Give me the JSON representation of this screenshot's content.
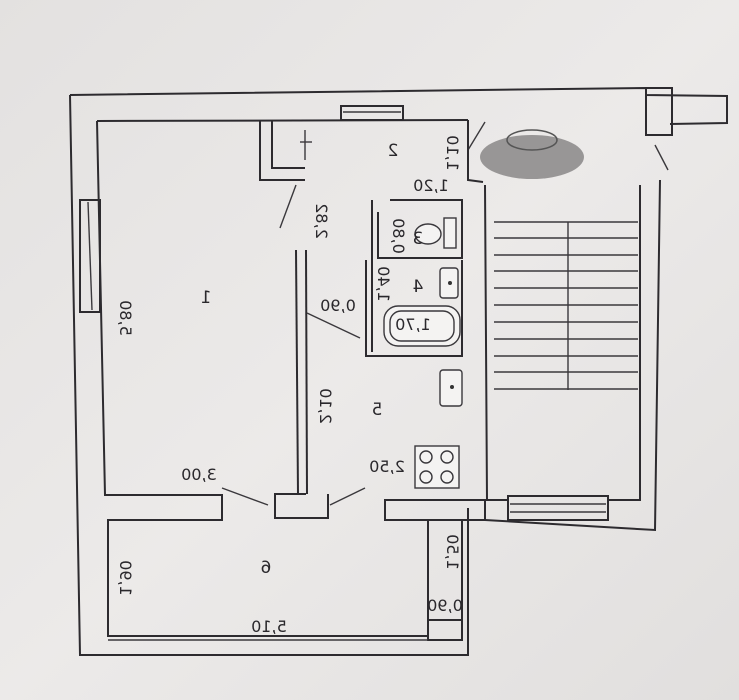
{
  "rooms": [
    {
      "label": "1"
    },
    {
      "label": "2"
    },
    {
      "label": "3"
    },
    {
      "label": "4"
    },
    {
      "label": "5"
    },
    {
      "label": "6"
    }
  ],
  "dimensions": {
    "room1_length": "5,80",
    "room1_width": "3,00",
    "hall_length": "2,82",
    "corridor_length": "2,10",
    "passage_width": "0,90",
    "entrance_width": "1,10",
    "closet_width": "1,20",
    "wc_width": "0,80",
    "bath_length": "1,70",
    "bath_width": "1,40",
    "kitchen_width": "2,50",
    "room6_length": "5,10",
    "room6_width": "1,90",
    "balcony_length": "1,50",
    "balcony_width": "0,90"
  },
  "colors": {
    "paper": "#e9e7e6",
    "line": "#2d2b2f",
    "redaction": "#8a8787"
  }
}
